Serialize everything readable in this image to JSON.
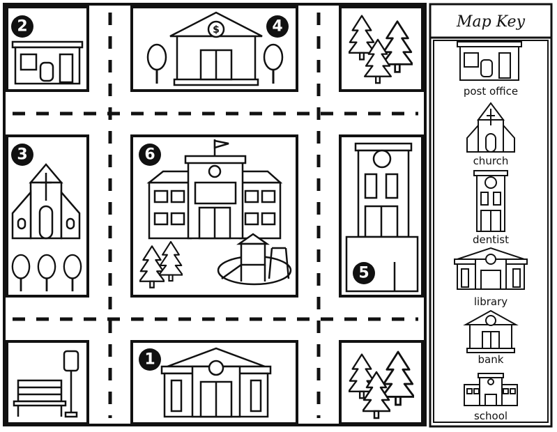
{
  "key": {
    "title": "Map Key",
    "items": [
      {
        "label": "post office",
        "icon": "post-office-icon"
      },
      {
        "label": "church",
        "icon": "church-icon"
      },
      {
        "label": "dentist",
        "icon": "dentist-icon"
      },
      {
        "label": "library",
        "icon": "library-icon"
      },
      {
        "label": "bank",
        "icon": "bank-icon"
      },
      {
        "label": "school",
        "icon": "school-icon"
      }
    ]
  },
  "map": {
    "numbers": {
      "library": "1",
      "post_office": "2",
      "church": "3",
      "bank": "4",
      "dentist": "5",
      "school": "6"
    }
  }
}
